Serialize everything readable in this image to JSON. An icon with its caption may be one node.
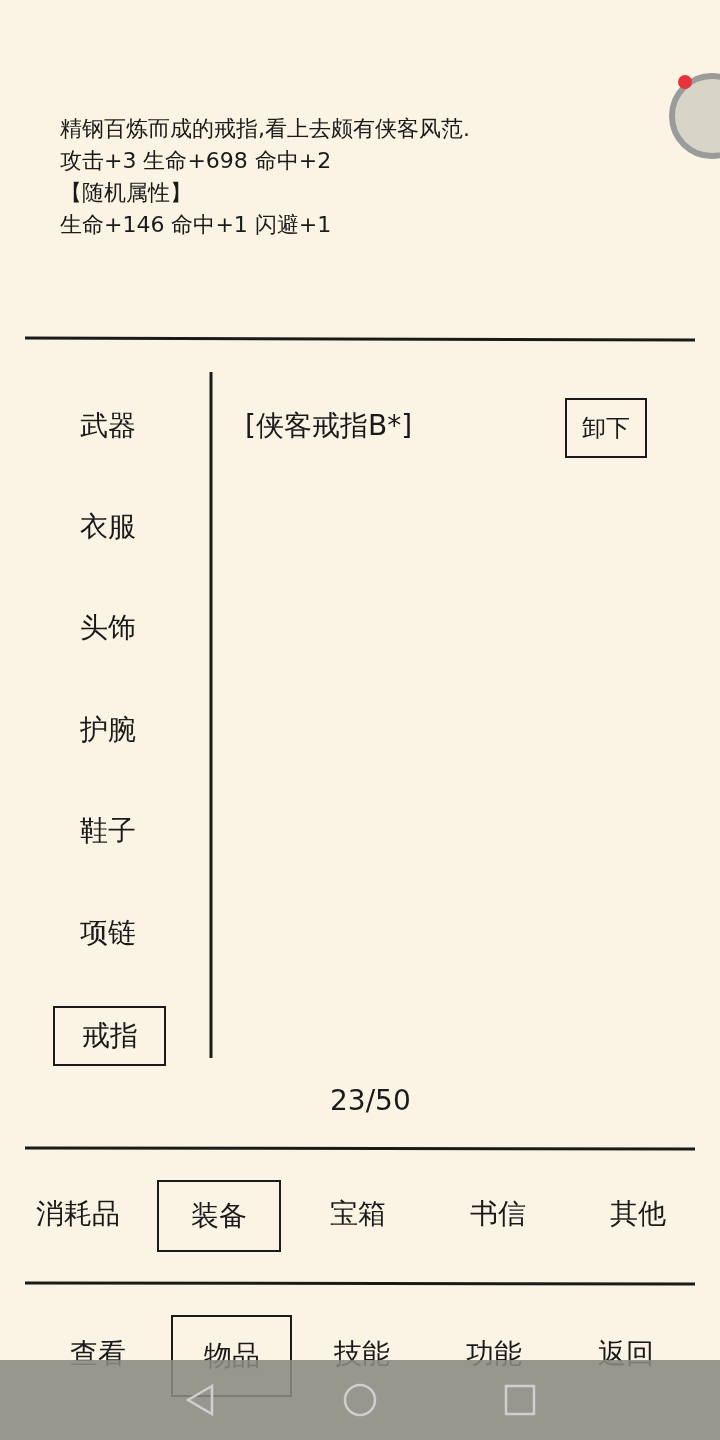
{
  "diagram": {
    "nodes": [
      {
        "text": [
          "卸下"
        ]
      },
      {
        "text": [
          "戒指"
        ]
      },
      {
        "text": [
          "装备"
        ]
      },
      {
        "text": [
          "物品"
        ]
      }
    ],
    "edges": [],
    "labels": [
      "精钢百炼而成的戒指,看上去颇有侠客风范.",
      "攻击+3 生命+698 命中+2",
      "【随机属性】",
      "生命+146 命中+1 闪避+1",
      "武器",
      "衣服",
      "头饰",
      "护腕",
      "鞋子",
      "项链",
      "[侠客戒指B*]",
      "23/50",
      "消耗品",
      "宝箱",
      "书信",
      "其他",
      "查看",
      "技能",
      "功能",
      "返回"
    ]
  }
}
